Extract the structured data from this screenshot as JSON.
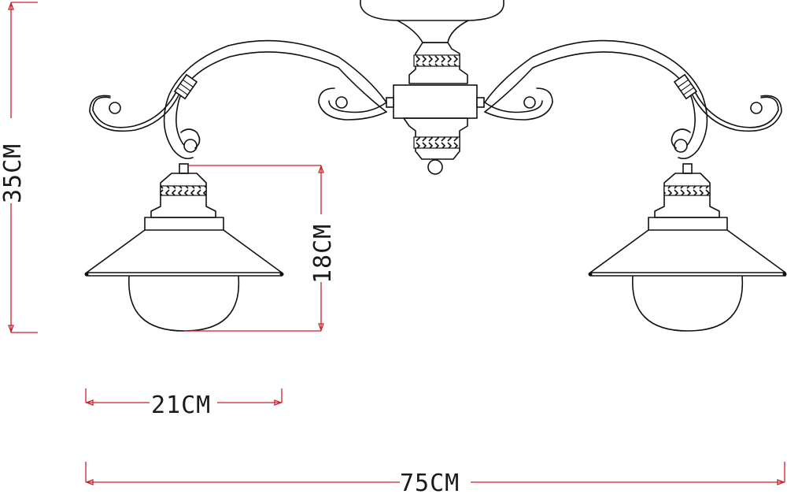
{
  "drawing": {
    "title": "Two-arm ceiling lamp technical drawing",
    "colors": {
      "line": "#111111",
      "dimension": "#c8232c",
      "background": "#ffffff"
    }
  },
  "dimensions": {
    "total_height": {
      "label": "35CM",
      "orientation": "vertical"
    },
    "shade_height": {
      "label": "18CM",
      "orientation": "vertical"
    },
    "shade_width": {
      "label": "21CM",
      "orientation": "horizontal"
    },
    "total_width": {
      "label": "75CM",
      "orientation": "horizontal"
    }
  },
  "components": {
    "canopy": "ceiling-canopy",
    "center_body": "central-hub",
    "arms": [
      "left-arm",
      "right-arm"
    ],
    "shades": [
      "left-shade",
      "right-shade"
    ],
    "globes": [
      "left-globe",
      "right-globe"
    ]
  }
}
